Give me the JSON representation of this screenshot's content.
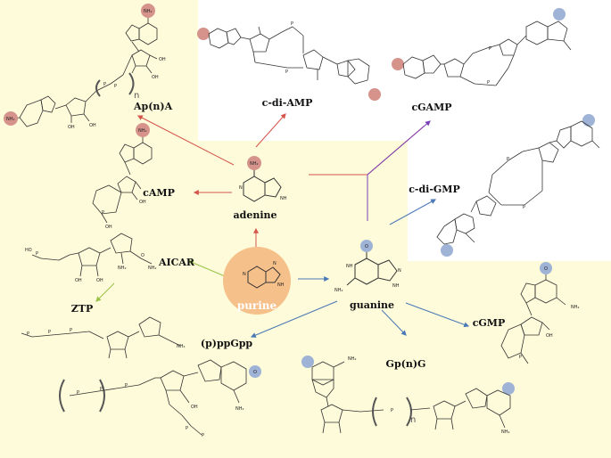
{
  "labels": {
    "apna": "Ap(n)A",
    "cdiamp": "c-di-AMP",
    "cgamp": "cGAMP",
    "camp": "cAMP",
    "adenine": "adenine",
    "cdigmp": "c-di-GMP",
    "aicar": "AICAR",
    "purine": "purine",
    "guanine": "guanine",
    "ztp": "ZTP",
    "cgmp": "cGMP",
    "ppgpp": "(p)ppGpp",
    "gpng": "Gp(n)G"
  },
  "atoms": {
    "nh2": "NH₂",
    "nh": "NH",
    "n": "N",
    "h": "H",
    "o": "O",
    "oh": "OH",
    "p": "P",
    "ho": "HO",
    "n_sub": "n"
  },
  "colors": {
    "yellow_panel": "#fdfbd9",
    "purine_fill": "#f6c08a",
    "adenine_mark": "#d6938c",
    "guanine_mark": "#9fb3d6",
    "arrow_red": "#d5554d",
    "arrow_purple": "#7b3fb8",
    "arrow_blue": "#4b78b8",
    "arrow_green": "#9ac24a"
  }
}
